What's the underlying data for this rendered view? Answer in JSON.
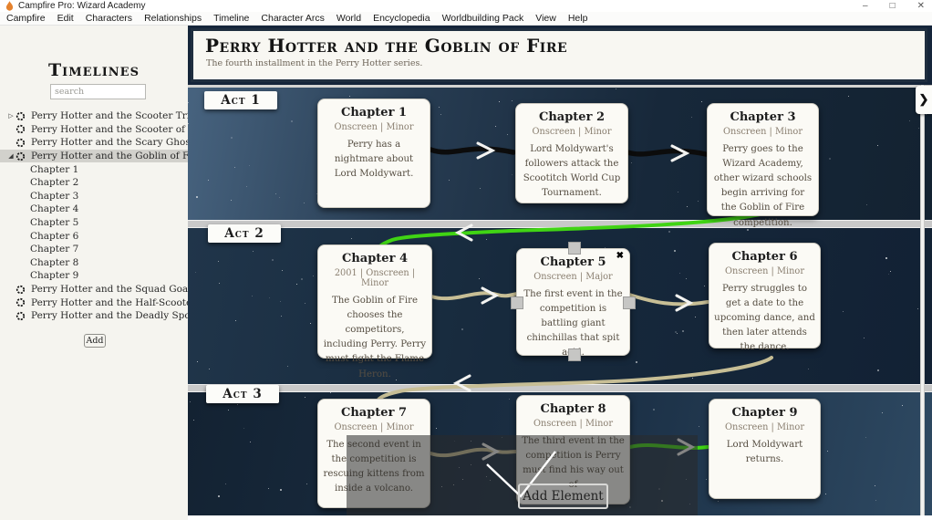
{
  "window": {
    "title": "Campfire Pro: Wizard Academy",
    "controls": [
      {
        "name": "minimize",
        "glyph": "–"
      },
      {
        "name": "maximize",
        "glyph": "□"
      },
      {
        "name": "close",
        "glyph": "✕"
      }
    ]
  },
  "menu": {
    "items": [
      "Campfire",
      "Edit",
      "Characters",
      "Relationships",
      "Timeline",
      "Character Arcs",
      "World",
      "Encyclopedia",
      "Worldbuilding Pack",
      "View",
      "Help"
    ]
  },
  "sidebar": {
    "title": "Timelines",
    "search_placeholder": "search",
    "add_label": "Add",
    "help_label": "?",
    "timelines": [
      {
        "label": "Perry Hotter and the Scooter Trick",
        "caret": "collapsed",
        "selected": false,
        "chapters": []
      },
      {
        "label": "Perry Hotter and the Scooter of Secrets",
        "caret": null,
        "selected": false,
        "chapters": []
      },
      {
        "label": "Perry Hotter and the Scary Ghost Things",
        "caret": null,
        "selected": false,
        "chapters": []
      },
      {
        "label": "Perry Hotter and the Goblin of Fire",
        "caret": "expanded",
        "selected": true,
        "chapters": [
          "Chapter 1",
          "Chapter 2",
          "Chapter 3",
          "Chapter 4",
          "Chapter 5",
          "Chapter 6",
          "Chapter 7",
          "Chapter 8",
          "Chapter 9"
        ]
      },
      {
        "label": "Perry Hotter and the Squad Goals",
        "caret": null,
        "selected": false,
        "chapters": []
      },
      {
        "label": "Perry Hotter and the Half-Scooter Centaur",
        "caret": null,
        "selected": false,
        "chapters": []
      },
      {
        "label": "Perry Hotter and the Deadly Spook",
        "caret": null,
        "selected": false,
        "chapters": []
      }
    ]
  },
  "header": {
    "title": "Perry Hotter and the Goblin of Fire",
    "subtitle": "The fourth installment in the Perry Hotter series."
  },
  "timeline": {
    "acts": [
      {
        "label": "Act 1",
        "chapters": [
          {
            "title": "Chapter 1",
            "meta": "Onscreen | Minor",
            "body": "Perry has a nightmare about Lord Moldywart.",
            "selected": false
          },
          {
            "title": "Chapter 2",
            "meta": "Onscreen | Minor",
            "body": "Lord Moldywart's followers attack the Scootitch World Cup Tournament.",
            "selected": false
          },
          {
            "title": "Chapter 3",
            "meta": "Onscreen | Minor",
            "body": "Perry goes to the Wizard Academy, other wizard schools begin arriving for the Goblin of Fire competition.",
            "selected": false
          }
        ]
      },
      {
        "label": "Act 2",
        "chapters": [
          {
            "title": "Chapter 4",
            "meta": "2001 | Onscreen | Minor",
            "body": "The Goblin of Fire chooses the competitors, including Perry. Perry must fight the Flame Heron.",
            "selected": false
          },
          {
            "title": "Chapter 5",
            "meta": "Onscreen | Major",
            "body": "The first event in the competition is battling giant chinchillas that spit acid.",
            "selected": true
          },
          {
            "title": "Chapter 6",
            "meta": "Onscreen | Minor",
            "body": "Perry struggles to get a date to the upcoming dance, and then later attends the dance.",
            "selected": false
          }
        ]
      },
      {
        "label": "Act 3",
        "chapters": [
          {
            "title": "Chapter 7",
            "meta": "Onscreen | Minor",
            "body": "The second event in the competition is rescuing kittens from inside a volcano.",
            "selected": false
          },
          {
            "title": "Chapter 8",
            "meta": "Onscreen | Minor",
            "body": "The third event in the competition is Perry must find his way out of",
            "selected": false
          },
          {
            "title": "Chapter 9",
            "meta": "Onscreen | Minor",
            "body": "Lord Moldywart returns.",
            "selected": false
          }
        ]
      }
    ],
    "connections": [
      {
        "from": "Chapter 1",
        "to": "Chapter 2",
        "color": "black"
      },
      {
        "from": "Chapter 2",
        "to": "Chapter 3",
        "color": "black"
      },
      {
        "from": "Chapter 3",
        "to": "Chapter 4",
        "color": "green"
      },
      {
        "from": "Chapter 4",
        "to": "Chapter 5",
        "color": "tan"
      },
      {
        "from": "Chapter 5",
        "to": "Chapter 6",
        "color": "tan"
      },
      {
        "from": "Chapter 6",
        "to": "Chapter 7",
        "color": "tan"
      },
      {
        "from": "Chapter 7",
        "to": "Chapter 8",
        "color": "tan"
      },
      {
        "from": "Chapter 8",
        "to": "Chapter 9",
        "color": "green"
      }
    ],
    "arrow_colors": {
      "black": "#0c0c0c",
      "green": "#40d414",
      "tan": "#c7be95",
      "head": "#f3f3f1"
    },
    "add_element_label": "Add Element",
    "expand_button_glyph": "❯",
    "close_card_glyph": "✖"
  }
}
